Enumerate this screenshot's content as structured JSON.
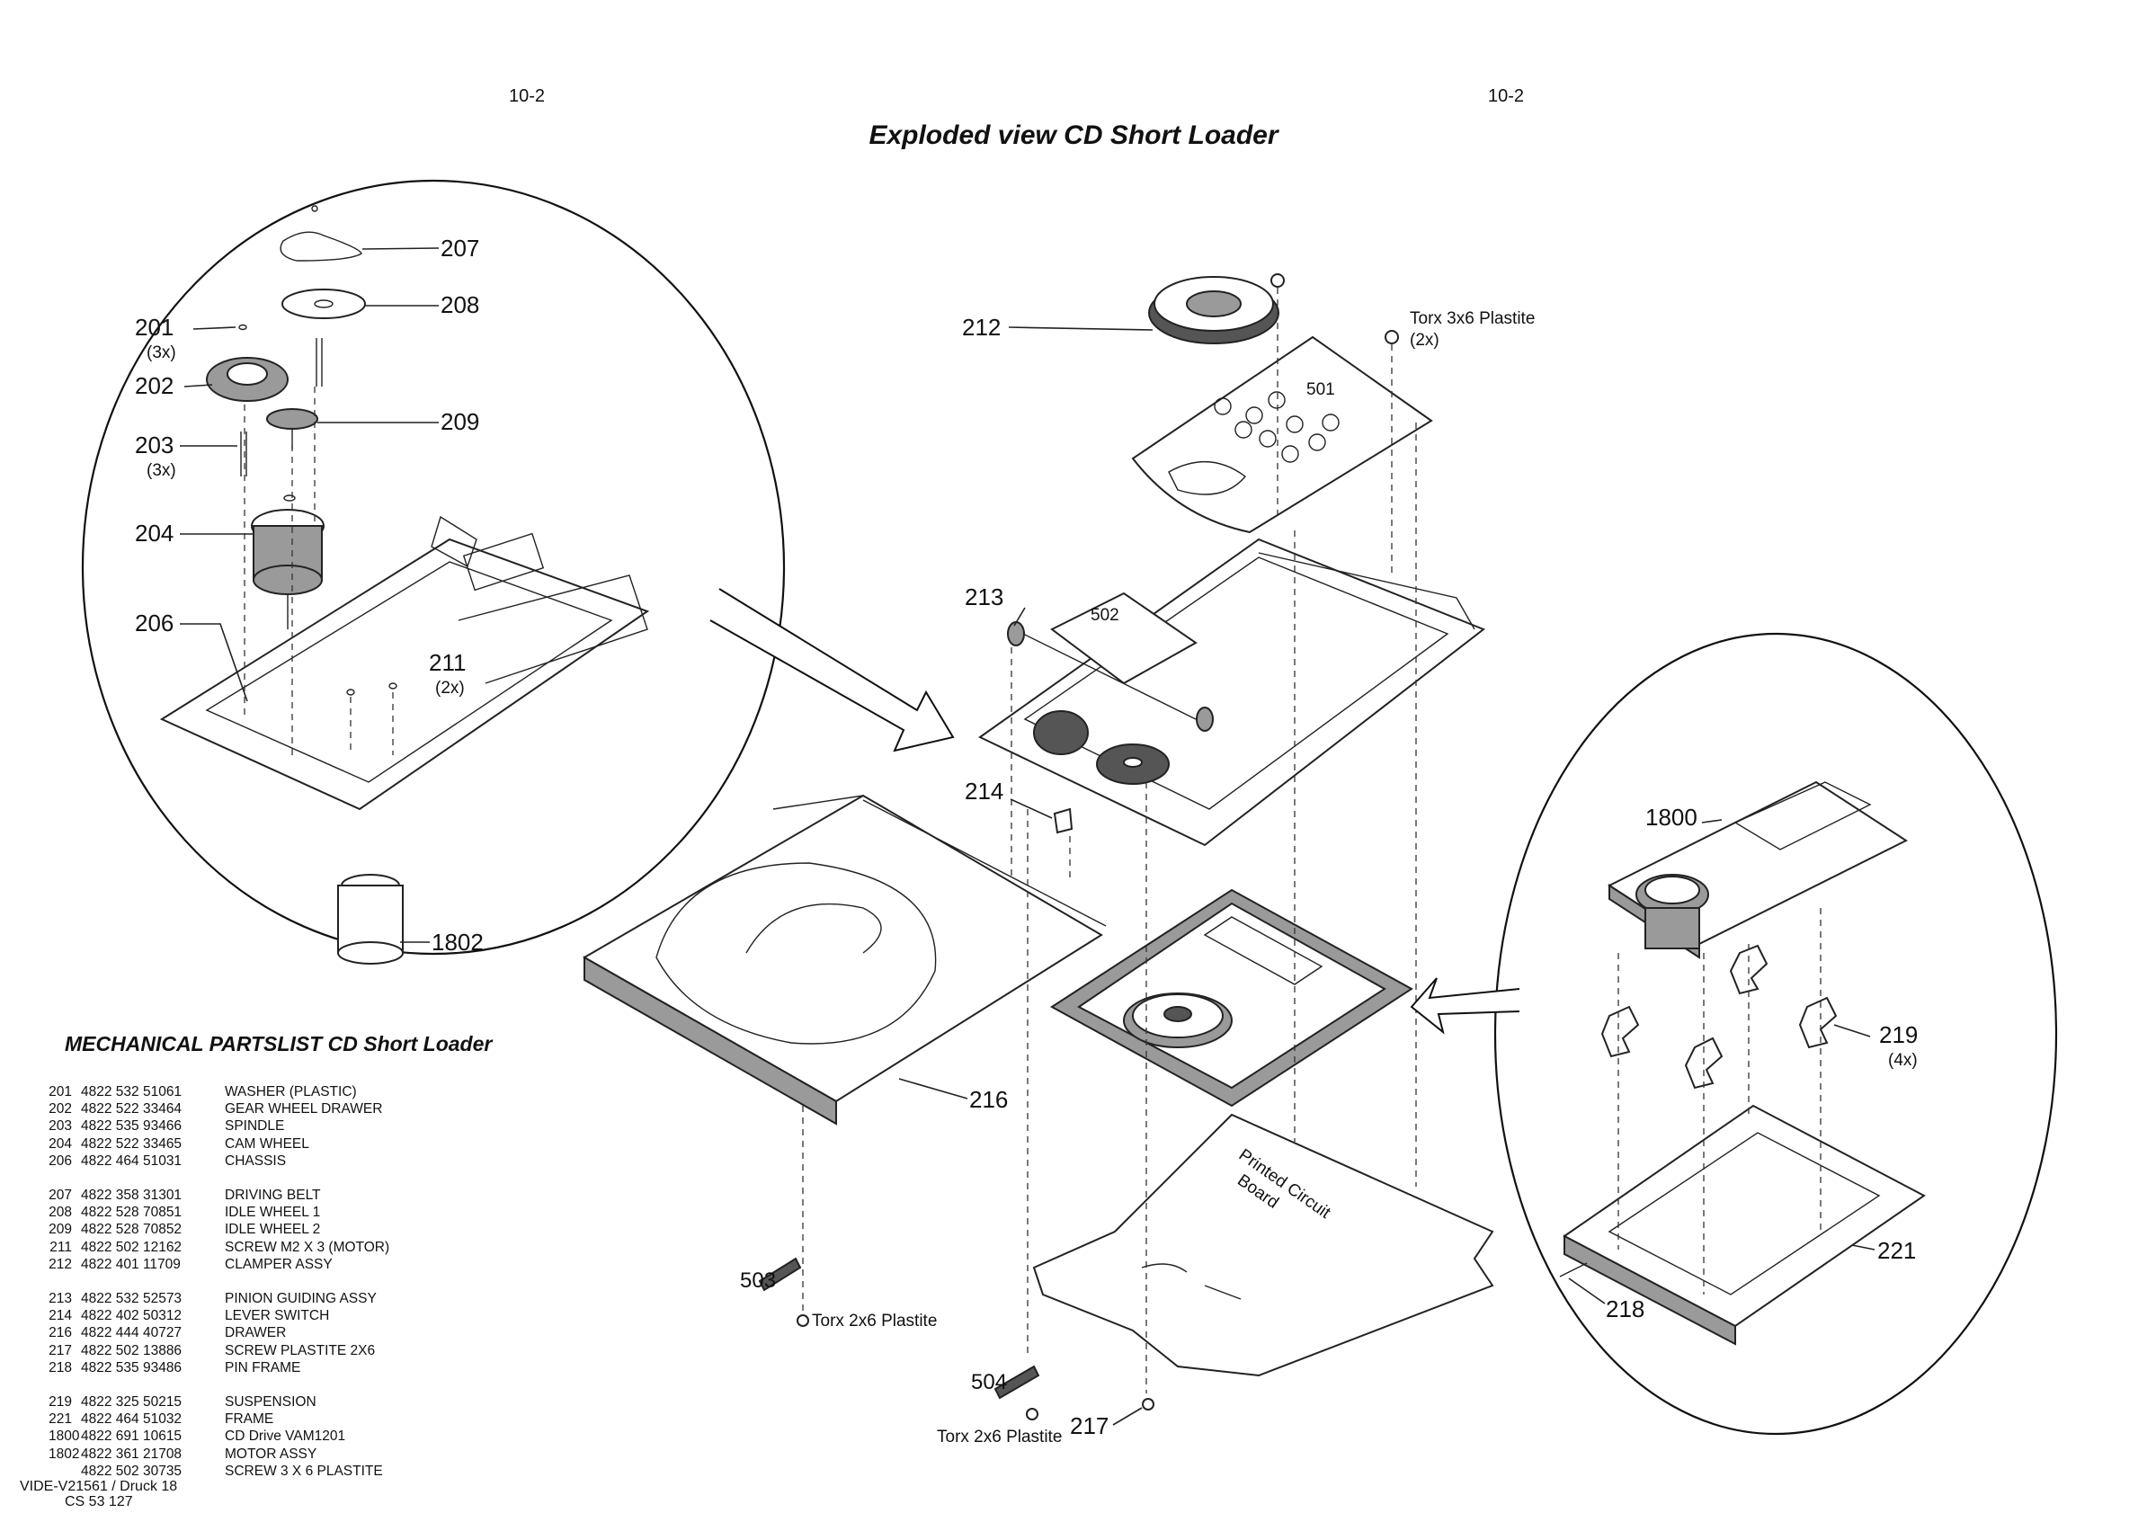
{
  "header": {
    "page_left": "10-2",
    "page_right": "10-2",
    "title": "Exploded view CD Short Loader"
  },
  "callouts": {
    "c201": "201",
    "c201_qty": "(3x)",
    "c202": "202",
    "c203": "203",
    "c203_qty": "(3x)",
    "c204": "204",
    "c206": "206",
    "c207": "207",
    "c208": "208",
    "c209": "209",
    "c211": "211",
    "c211_qty": "(2x)",
    "c1802": "1802",
    "c212": "212",
    "c501": "501",
    "c502": "502",
    "c213": "213",
    "c214": "214",
    "c216": "216",
    "c217": "217",
    "c503": "503",
    "c504": "504",
    "c1800": "1800",
    "c219": "219",
    "c219_qty": "(4x)",
    "c221": "221",
    "c218": "218",
    "torx_3x6": "Torx 3x6 Plastite",
    "torx_3x6_qty": "(2x)",
    "torx_2x6_a": "Torx 2x6 Plastite",
    "torx_2x6_b": "Torx 2x6 Plastite",
    "pcb_line1": "Printed Circuit",
    "pcb_line2": "Board"
  },
  "partslist": {
    "title": "MECHANICAL PARTSLIST CD Short Loader",
    "groups": [
      [
        {
          "pos": "201",
          "code": "4822 532 51061",
          "desc": "WASHER (PLASTIC)"
        },
        {
          "pos": "202",
          "code": "4822 522 33464",
          "desc": "GEAR WHEEL DRAWER"
        },
        {
          "pos": "203",
          "code": "4822 535 93466",
          "desc": "SPINDLE"
        },
        {
          "pos": "204",
          "code": "4822 522 33465",
          "desc": "CAM WHEEL"
        },
        {
          "pos": "206",
          "code": "4822 464 51031",
          "desc": "CHASSIS"
        }
      ],
      [
        {
          "pos": "207",
          "code": "4822 358 31301",
          "desc": "DRIVING BELT"
        },
        {
          "pos": "208",
          "code": "4822 528 70851",
          "desc": "IDLE WHEEL 1"
        },
        {
          "pos": "209",
          "code": "4822 528 70852",
          "desc": "IDLE WHEEL 2"
        },
        {
          "pos": "211",
          "code": "4822 502 12162",
          "desc": "SCREW M2 X 3 (MOTOR)"
        },
        {
          "pos": "212",
          "code": "4822 401 11709",
          "desc": "CLAMPER ASSY"
        }
      ],
      [
        {
          "pos": "213",
          "code": "4822 532 52573",
          "desc": "PINION GUIDING ASSY"
        },
        {
          "pos": "214",
          "code": "4822 402 50312",
          "desc": "LEVER SWITCH"
        },
        {
          "pos": "216",
          "code": "4822 444 40727",
          "desc": "DRAWER"
        },
        {
          "pos": "217",
          "code": "4822 502 13886",
          "desc": "SCREW PLASTITE 2X6"
        },
        {
          "pos": "218",
          "code": "4822 535 93486",
          "desc": "PIN FRAME"
        }
      ],
      [
        {
          "pos": "219",
          "code": "4822 325 50215",
          "desc": "SUSPENSION"
        },
        {
          "pos": "221",
          "code": "4822 464 51032",
          "desc": "FRAME"
        },
        {
          "pos": "1800",
          "code": "4822 691 10615",
          "desc": "CD Drive VAM1201"
        },
        {
          "pos": "1802",
          "code": "4822 361 21708",
          "desc": "MOTOR ASSY"
        },
        {
          "pos": "",
          "code": "4822 502 30735",
          "desc": "SCREW 3 X 6 PLASTITE"
        }
      ]
    ]
  },
  "footer": {
    "line1": "VIDE-V21561 / Druck 18",
    "line2": "CS 53 127"
  }
}
